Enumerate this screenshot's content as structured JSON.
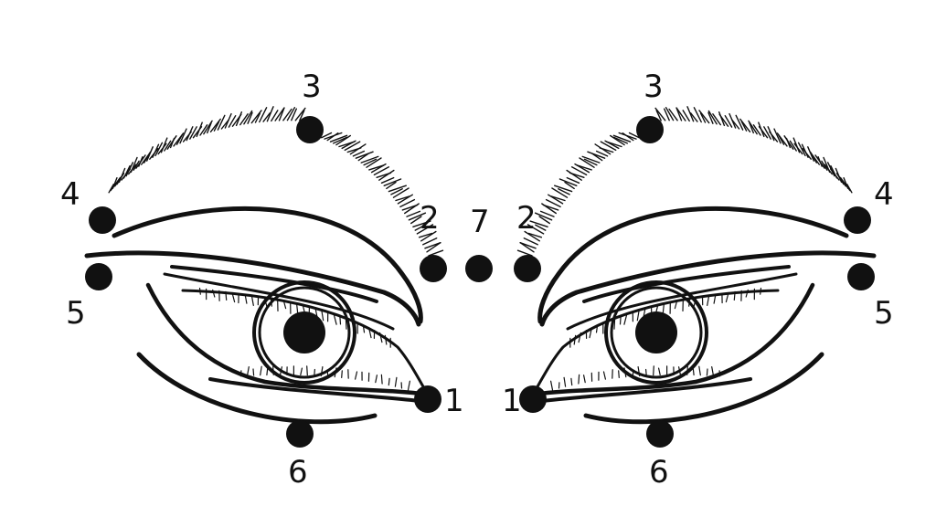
{
  "points": [
    {
      "label": "1"
    },
    {
      "label": "2"
    },
    {
      "label": "3"
    },
    {
      "label": "4"
    },
    {
      "label": "5"
    },
    {
      "label": "6"
    },
    {
      "label": "7"
    }
  ],
  "colors": {
    "ink": "#111111",
    "background": "#ffffff"
  }
}
